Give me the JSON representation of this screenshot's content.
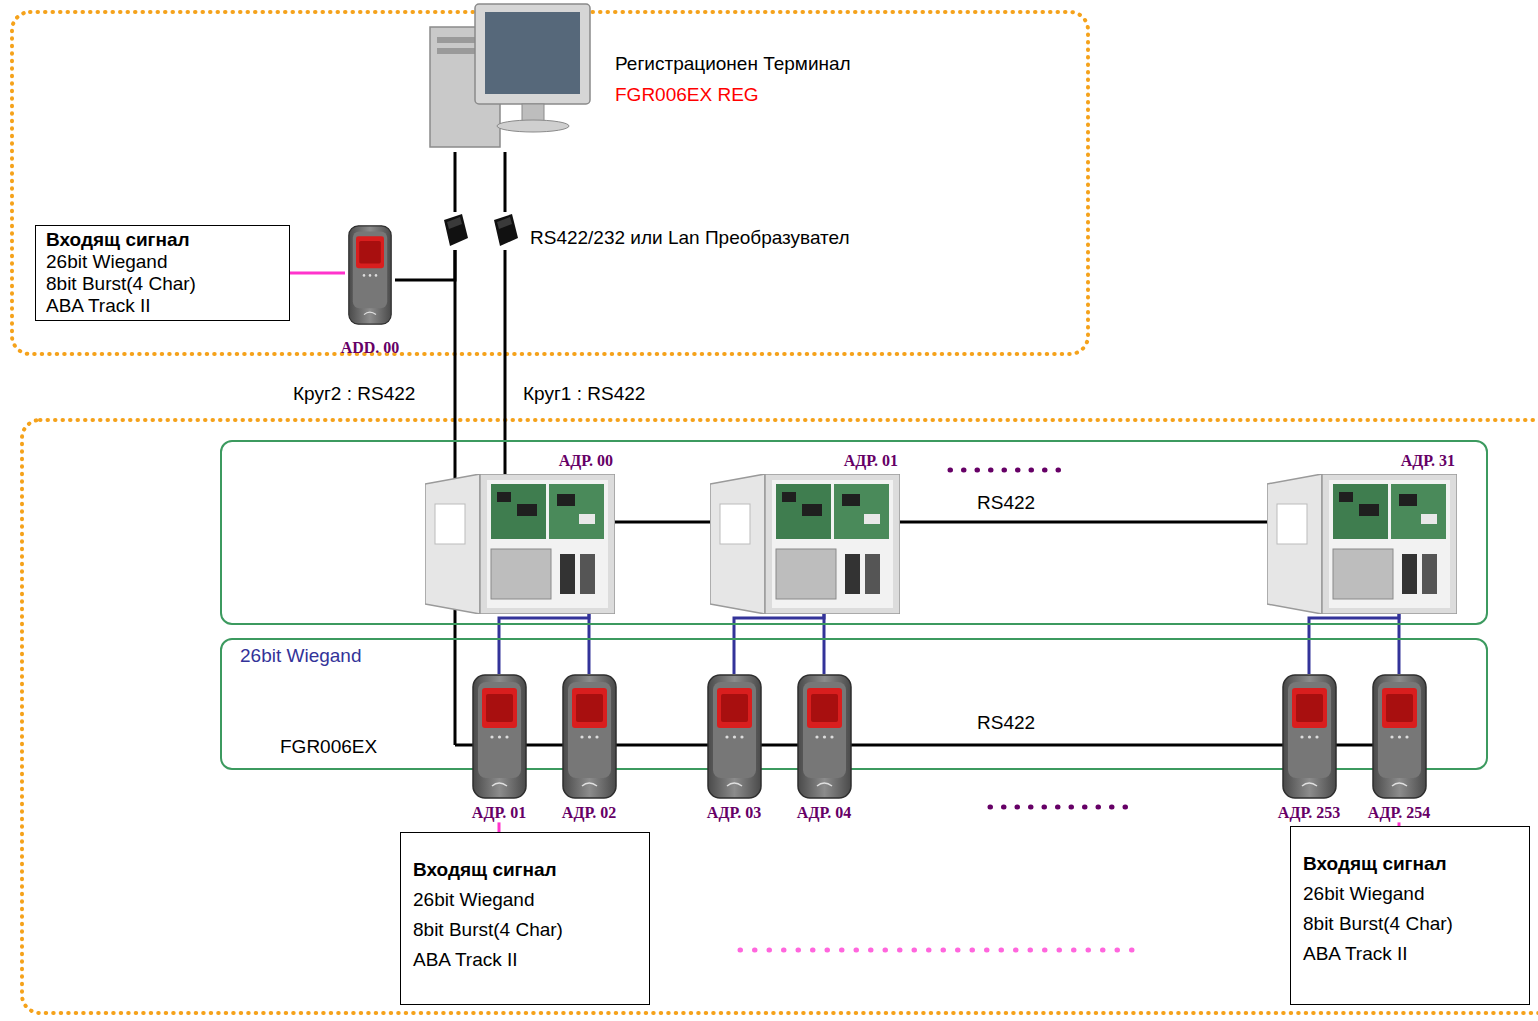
{
  "diagram": {
    "nodes": [
      {
        "text": [
          "Регистрационен Терминал",
          "FGR006EX REG"
        ]
      },
      {
        "text": [
          "Входящ сигнал",
          "26bit Wiegand",
          "8bit Burst(4 Char)",
          "ABA Track II"
        ]
      },
      {
        "text": [
          "ADD. 00"
        ]
      },
      {
        "text": [
          "RS422/232 или Lan Преобразувател"
        ]
      },
      {
        "text": [
          "RS422"
        ]
      },
      {
        "text": [
          "АДР. 00"
        ],
        "in": 4
      },
      {
        "text": [
          "АДР. 01"
        ],
        "in": 4
      },
      {
        "text": [
          "АДР. 31"
        ],
        "in": 4
      },
      {
        "text": [
          "FGR006EX",
          "RS422"
        ]
      },
      {
        "text": [
          "АДР. 01"
        ],
        "in": 8
      },
      {
        "text": [
          "АДР. 02"
        ],
        "in": 8
      },
      {
        "text": [
          "АДР. 03"
        ],
        "in": 8
      },
      {
        "text": [
          "АДР. 04"
        ],
        "in": 8
      },
      {
        "text": [
          "АДР. 253"
        ],
        "in": 8
      },
      {
        "text": [
          "АДР. 254"
        ],
        "in": 8
      },
      {
        "text": [
          "Входящ сигнал",
          "26bit Wiegand",
          "8bit Burst(4 Char)",
          "ABA Track II"
        ]
      },
      {
        "text": [
          "Входящ сигнал",
          "26bit Wiegand",
          "8bit Burst(4 Char)",
          "ABA Track II"
        ]
      }
    ],
    "edges": [
      {
        "from": 0,
        "to": 3,
        "arrow": "none"
      },
      {
        "from": 3,
        "to": 5,
        "label": "Круг1 : RS422",
        "arrow": "none"
      },
      {
        "from": 3,
        "to": 8,
        "label": "Круг2 : RS422",
        "arrow": "none"
      },
      {
        "from": 2,
        "to": 3,
        "arrow": "none"
      },
      {
        "from": 1,
        "to": 2,
        "arrow": "none"
      },
      {
        "from": 5,
        "to": 9,
        "arrow": "none"
      },
      {
        "from": 5,
        "to": 10,
        "arrow": "none"
      },
      {
        "from": 6,
        "to": 11,
        "arrow": "none"
      },
      {
        "from": 6,
        "to": 12,
        "arrow": "none"
      },
      {
        "from": 7,
        "to": 13,
        "arrow": "none"
      },
      {
        "from": 7,
        "to": 14,
        "arrow": "none"
      },
      {
        "from": 9,
        "to": 15,
        "arrow": "none"
      },
      {
        "from": 14,
        "to": 16,
        "arrow": "none"
      }
    ],
    "labels": [
      "26bit Wiegand"
    ]
  }
}
